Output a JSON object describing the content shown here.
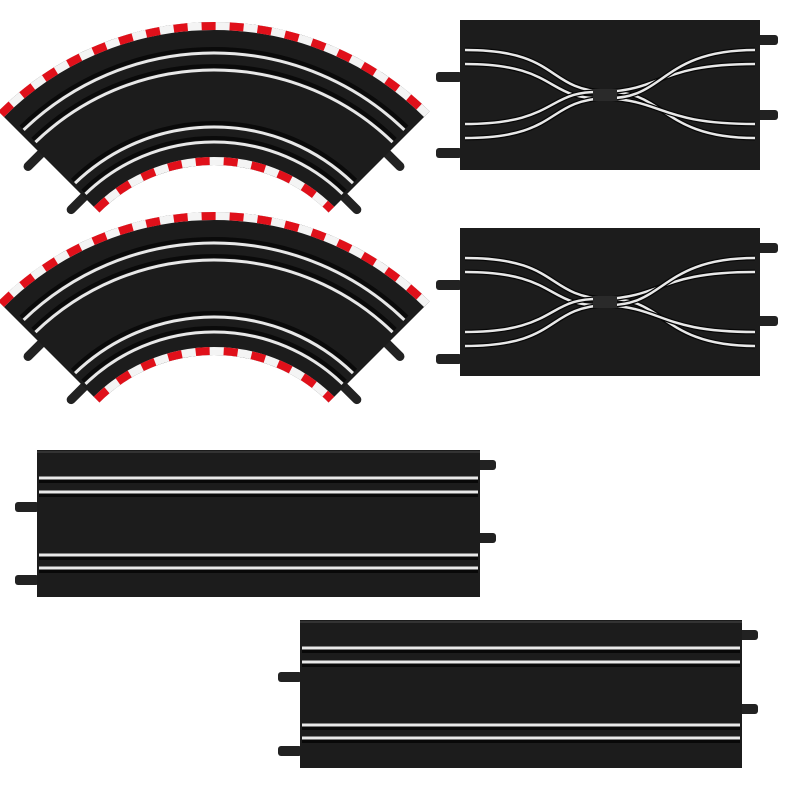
{
  "colors": {
    "track": "#1c1c1c",
    "rail": "#e8e8e8",
    "curb_red": "#e0101a",
    "curb_white": "#f4f4f4",
    "connector": "#222222"
  },
  "pieces": {
    "curves": 2,
    "crossovers": 2,
    "straights": 2
  }
}
